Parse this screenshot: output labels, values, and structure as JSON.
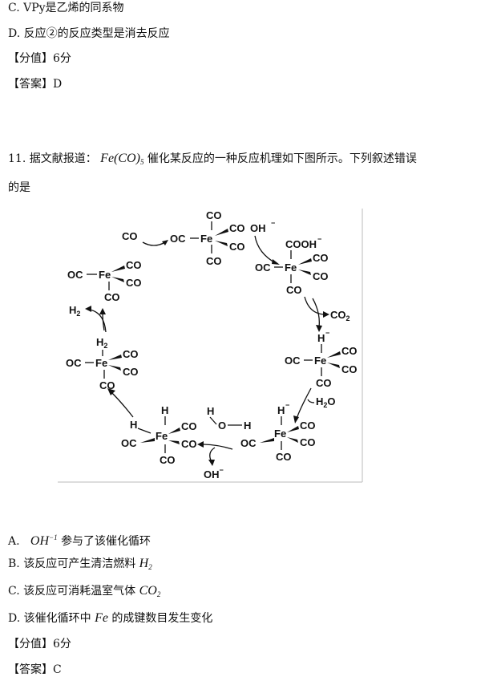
{
  "prev_question": {
    "option_c": "C. VPy是乙烯的同系物",
    "option_d": "D. 反应②的反应类型是消去反应",
    "score": "【分值】6分",
    "answer": "【答案】D"
  },
  "question": {
    "number": "11.",
    "stem_pre": "据文献报道：",
    "catalyst": "Fe(CO)",
    "catalyst_sub": "5",
    "stem_post": "催化某反应的一种反应机理如下图所示。下列叙述错误",
    "stem_line2": "的是",
    "options": {
      "a_label": "A.",
      "a_formula": "OH",
      "a_sup": "−1",
      "a_text": "参与了该催化循环",
      "b_text": "B. 该反应可产生清洁燃料",
      "b_formula": "H",
      "b_sub": "2",
      "c_text": "C. 该反应可消耗温室气体",
      "c_formula": "CO",
      "c_sub": "2",
      "d_pre": "D. 该催化循环中",
      "d_formula": "Fe",
      "d_post": "的成键数目发生变化"
    },
    "score": "【分值】6分",
    "answer": "【答案】C"
  },
  "diagram": {
    "labels": {
      "co": "CO",
      "oc": "OC",
      "fe": "Fe",
      "oh_minus": "OH",
      "minus": "−",
      "cooh": "COOH",
      "co2": "CO",
      "co2_sub": "2",
      "h_minus": "H",
      "h2o": "H",
      "h2o_sub": "2",
      "h2o_o": "O",
      "h2": "H",
      "h2_sub": "2",
      "h": "H",
      "water": "H—O—H"
    }
  }
}
